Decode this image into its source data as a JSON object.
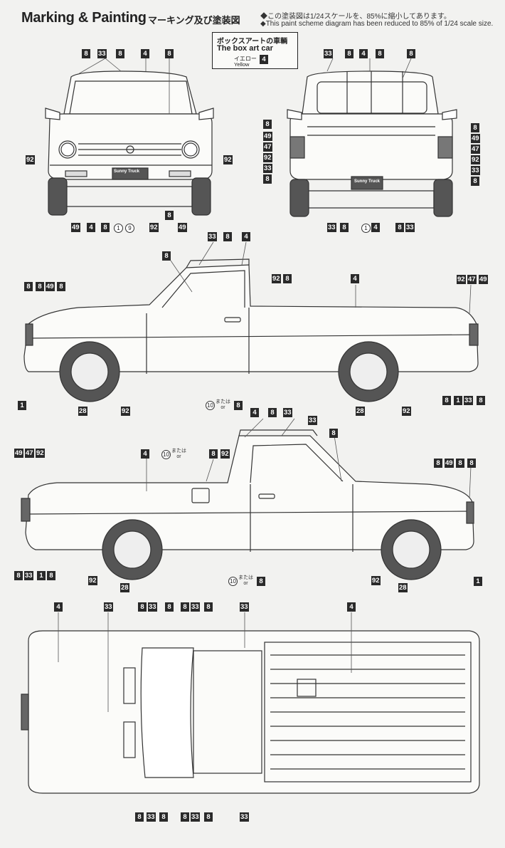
{
  "header": {
    "title": "Marking & Painting",
    "title_jp": "マーキング及び塗装図",
    "note_jp": "◆この塗装図は1/24スケールを、85%に縮小してあります。",
    "note_en": "◆This paint scheme diagram has been reduced to 85% of 1/24 scale size."
  },
  "box_art": {
    "title_jp": "ボックスアートの車輌",
    "title_en": "The box art car",
    "color_jp": "イエロー",
    "color_en": "Yellow",
    "color_number": "4"
  },
  "plate_text": "Sunny Truck",
  "matawa": {
    "jp": "または",
    "en": "or"
  },
  "callouts": {
    "front_top": [
      "8",
      "33",
      "8",
      "4",
      "8"
    ],
    "front_left": [
      "92"
    ],
    "front_right": [
      "92"
    ],
    "front_bottom": [
      "49",
      "4",
      "8",
      "1",
      "9",
      "92",
      "8",
      "49"
    ],
    "rear_top": [
      "33",
      "8",
      "4",
      "8",
      "8"
    ],
    "rear_left": [
      "8",
      "49",
      "47",
      "92",
      "33",
      "8"
    ],
    "rear_right": [
      "8",
      "49",
      "47",
      "92",
      "33",
      "8"
    ],
    "rear_bottom": [
      "33",
      "8",
      "1",
      "4",
      "8",
      "33"
    ],
    "side1_top": [
      "33",
      "8",
      "4",
      "8",
      "92",
      "8",
      "4"
    ],
    "side1_left": [
      "8",
      "8",
      "49",
      "8"
    ],
    "side1_right": [
      "92",
      "47",
      "49"
    ],
    "side1_bottom": [
      "1",
      "28",
      "92",
      "10",
      "8",
      "28",
      "92",
      "8",
      "1",
      "33",
      "8"
    ],
    "side2_top": [
      "4",
      "8",
      "33",
      "33",
      "8",
      "4",
      "10",
      "8",
      "92"
    ],
    "side2_left": [
      "49",
      "47",
      "92"
    ],
    "side2_right": [
      "8",
      "49",
      "8",
      "8"
    ],
    "side2_bottom": [
      "8",
      "33",
      "1",
      "8",
      "92",
      "28",
      "10",
      "8",
      "92",
      "28",
      "1"
    ],
    "top_top": [
      "4",
      "33",
      "8",
      "33",
      "8",
      "8",
      "33",
      "8",
      "33",
      "4"
    ],
    "top_bottom": [
      "8",
      "33",
      "8",
      "8",
      "33",
      "8",
      "33"
    ]
  }
}
